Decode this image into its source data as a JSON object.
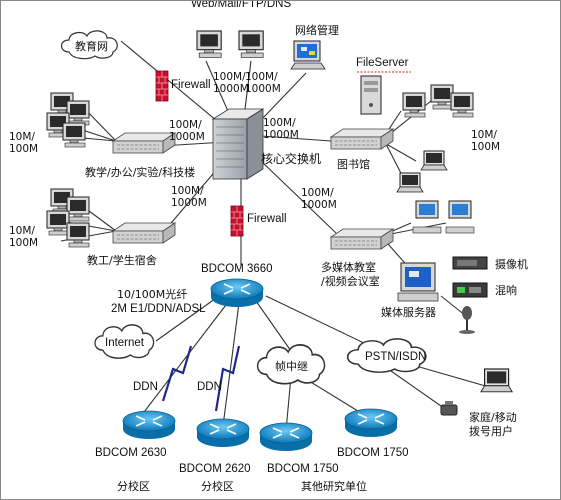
{
  "labels": {
    "top_servers": "Web/Mail/FTP/DNS",
    "net_mgmt": "网络管理",
    "file_server": "FileServer",
    "edu_net": "教育网",
    "firewall_top": "Firewall",
    "firewall_mid": "Firewall",
    "core_switch": "核心交换机",
    "library": "图书馆",
    "teaching_bldg": "教学/办公/实验/科技楼",
    "dorm": "教工/学生宿舍",
    "multimedia": "多媒体教室\n/视频会议室",
    "media_server": "媒体服务器",
    "camera": "摄像机",
    "audio": "混响",
    "bdcom_3660": "BDCOM 3660",
    "fiber": "10/100M光纤",
    "wan_links": "2M E1/DDN/ADSL",
    "internet": "Internet",
    "ddn_1": "DDN",
    "ddn_2": "DDN",
    "frame_relay": "帧中继",
    "pstn": "PSTN/ISDN",
    "home_mobile": "家庭/移动\n拨号用户",
    "bdcom_2630": "BDCOM 2630",
    "bdcom_2620": "BDCOM 2620",
    "bdcom_1750_a": "BDCOM 1750",
    "bdcom_1750_b": "BDCOM 1750",
    "branch_1": "分校区",
    "branch_2": "分校区",
    "other_units": "其他研究单位",
    "speed_top1": "100M/\n1000M",
    "speed_top2": "100M/\n1000M",
    "speed_left": "100M/\n1000M",
    "speed_right": "100M/\n1000M",
    "speed_down_left": "100M/\n1000M",
    "speed_down_right": "100M/\n1000M",
    "speed_lib": "10M/\n100M",
    "speed_teach": "10M/\n100M",
    "speed_dorm": "10M/\n100M"
  },
  "colors": {
    "router_fill": "#0f8fd0",
    "firewall": "#c8102e",
    "line": "#333333"
  }
}
